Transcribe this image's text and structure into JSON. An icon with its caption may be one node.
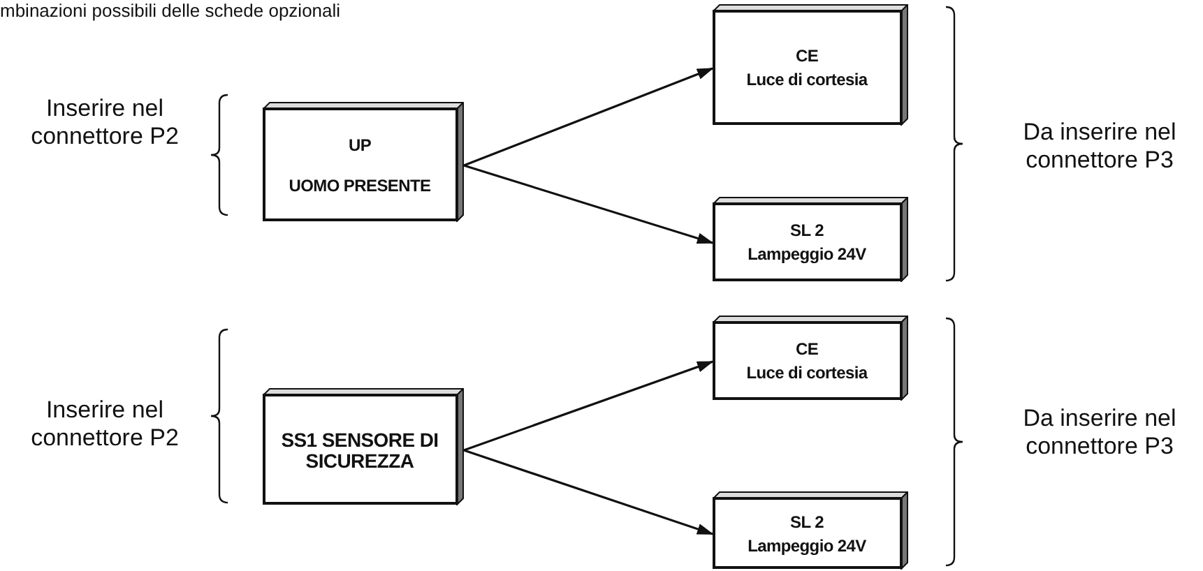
{
  "diagram": {
    "title": "mbinazioni possibili delle schede opzionali",
    "nodes": [
      {
        "text": [
          "UP",
          "UOMO PRESENTE"
        ]
      },
      {
        "text": [
          "CE",
          "Luce di cortesia"
        ]
      },
      {
        "text": [
          "SL 2",
          "Lampeggio 24V"
        ]
      },
      {
        "text": [
          "SS1 SENSORE DI SICUREZZA"
        ]
      },
      {
        "text": [
          "CE",
          "Luce di cortesia"
        ]
      },
      {
        "text": [
          "SL 2",
          "Lampeggio 24V"
        ]
      }
    ],
    "edges": [
      {
        "from": 0,
        "to": 1,
        "arrow": "to"
      },
      {
        "from": 0,
        "to": 2,
        "arrow": "to"
      },
      {
        "from": 3,
        "to": 4,
        "arrow": "to"
      },
      {
        "from": 3,
        "to": 5,
        "arrow": "to"
      }
    ],
    "labels": [
      "Inserire nel connettore P2",
      "Da inserire nel connettore P3",
      "Inserire nel connettore P2",
      "Da inserire nel connettore P3"
    ]
  }
}
